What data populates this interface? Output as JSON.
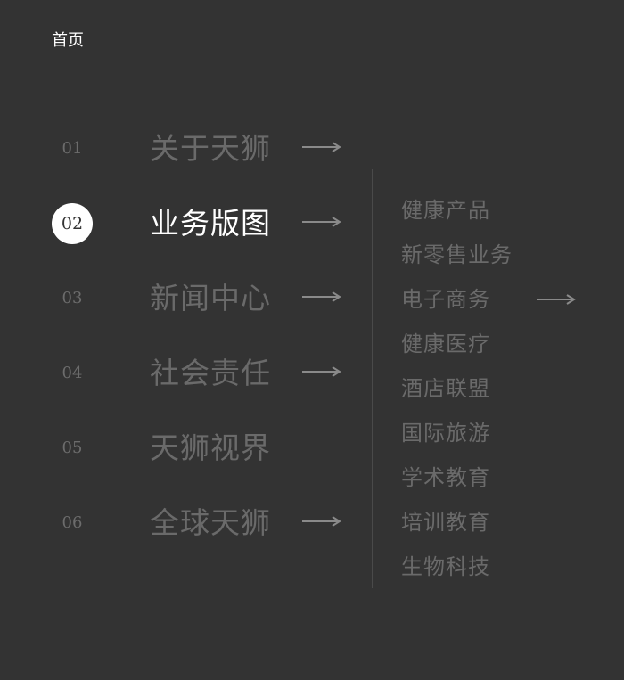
{
  "header": {
    "home_label": "首页"
  },
  "menu": {
    "items": [
      {
        "num": "01",
        "label": "关于天狮",
        "active": false,
        "has_arrow": true
      },
      {
        "num": "02",
        "label": "业务版图",
        "active": true,
        "has_arrow": true
      },
      {
        "num": "03",
        "label": "新闻中心",
        "active": false,
        "has_arrow": true
      },
      {
        "num": "04",
        "label": "社会责任",
        "active": false,
        "has_arrow": true
      },
      {
        "num": "05",
        "label": "天狮视界",
        "active": false,
        "has_arrow": false
      },
      {
        "num": "06",
        "label": "全球天狮",
        "active": false,
        "has_arrow": true
      }
    ]
  },
  "submenu": {
    "items": [
      {
        "label": "健康产品",
        "has_arrow": false
      },
      {
        "label": "新零售业务",
        "has_arrow": false
      },
      {
        "label": "电子商务",
        "has_arrow": true
      },
      {
        "label": "健康医疗",
        "has_arrow": false
      },
      {
        "label": "酒店联盟",
        "has_arrow": false
      },
      {
        "label": "国际旅游",
        "has_arrow": false
      },
      {
        "label": "学术教育",
        "has_arrow": false
      },
      {
        "label": "培训教育",
        "has_arrow": false
      },
      {
        "label": "生物科技",
        "has_arrow": false
      }
    ]
  },
  "colors": {
    "background": "#333333",
    "text_muted": "#6a6a6a",
    "text_active": "#ffffff",
    "arrow": "#8a8a8a"
  },
  "icons": {
    "arrow": "arrow-right-icon"
  }
}
